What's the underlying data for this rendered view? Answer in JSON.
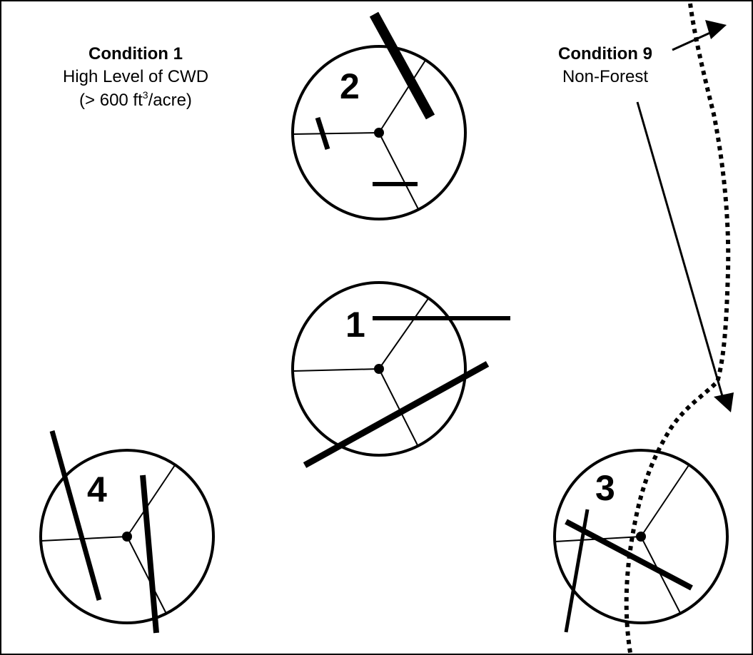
{
  "colors": {
    "ink": "#000000",
    "background": "#ffffff"
  },
  "condition1": {
    "title": "Condition 1",
    "description": "High Level of CWD",
    "measure_prefix": "(> 600 ft",
    "measure_superscript": "3",
    "measure_suffix": "/acre)"
  },
  "condition9": {
    "title": "Condition 9",
    "description": "Non-Forest"
  },
  "plots": [
    {
      "number": "1"
    },
    {
      "number": "2"
    },
    {
      "number": "3"
    },
    {
      "number": "4"
    }
  ]
}
